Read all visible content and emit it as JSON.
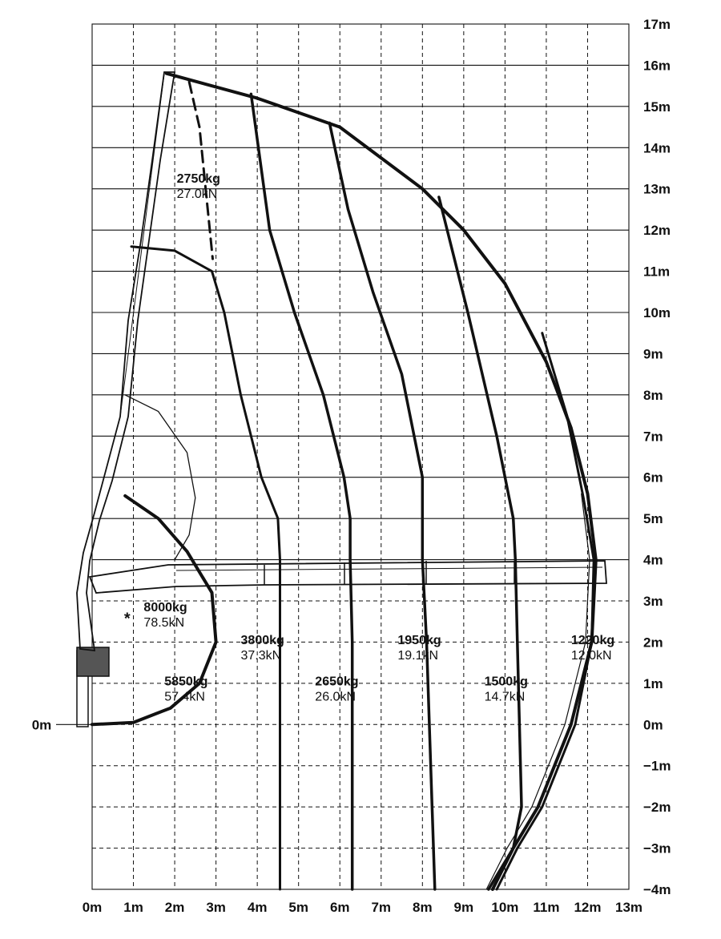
{
  "chart_data": {
    "type": "line",
    "title": "",
    "xlabel": "",
    "ylabel": "",
    "xlim": [
      0,
      13
    ],
    "ylim": [
      -4,
      17
    ],
    "x_ticks": [
      "0m",
      "1m",
      "2m",
      "3m",
      "4m",
      "5m",
      "6m",
      "7m",
      "8m",
      "9m",
      "10m",
      "11m",
      "12m",
      "13m"
    ],
    "y_ticks": [
      "17m",
      "16m",
      "15m",
      "14m",
      "13m",
      "12m",
      "11m",
      "10m",
      "9m",
      "8m",
      "7m",
      "6m",
      "5m",
      "4m",
      "3m",
      "2m",
      "1m",
      "0m",
      "−1m",
      "−2m",
      "−3m",
      "−4m"
    ],
    "left_label": "0m",
    "note_symbol": "*",
    "envelope": {
      "name": "",
      "points": [
        [
          1.8,
          15.8
        ],
        [
          4,
          15.2
        ],
        [
          6,
          14.5
        ],
        [
          8,
          13.0
        ],
        [
          9,
          12.0
        ],
        [
          10,
          10.7
        ],
        [
          11,
          8.8
        ],
        [
          11.6,
          7.2
        ],
        [
          12.0,
          5.6
        ],
        [
          12.2,
          4.0
        ],
        [
          12.1,
          2.0
        ],
        [
          11.6,
          0.0
        ],
        [
          10.8,
          -2.0
        ],
        [
          10.2,
          -3.0
        ],
        [
          9.7,
          -4.0
        ]
      ]
    },
    "load_lines": [
      {
        "load": "2750kg",
        "force": "27.0kN",
        "points": [
          [
            2.35,
            15.6
          ],
          [
            2.6,
            14.5
          ],
          [
            2.75,
            13.0
          ],
          [
            2.85,
            12.0
          ],
          [
            2.92,
            11.3
          ]
        ]
      },
      {
        "load": "8000kg",
        "force": "78.5kN",
        "points": [
          [
            0.95,
            11.6
          ],
          [
            2.0,
            11.5
          ],
          [
            2.9,
            11.0
          ],
          [
            3.2,
            10.0
          ],
          [
            3.6,
            8.0
          ],
          [
            4.1,
            6.0
          ],
          [
            4.5,
            5.0
          ],
          [
            4.55,
            4.0
          ],
          [
            4.55,
            2.0
          ],
          [
            4.55,
            -4.0
          ]
        ]
      },
      {
        "load": "3800kg",
        "force": "37.3kN",
        "points": [
          [
            3.85,
            15.3
          ],
          [
            4.3,
            12.0
          ],
          [
            4.9,
            10.0
          ],
          [
            5.6,
            8.0
          ],
          [
            6.1,
            6.0
          ],
          [
            6.25,
            5.0
          ],
          [
            6.25,
            4.0
          ],
          [
            6.3,
            2.0
          ],
          [
            6.3,
            -4.0
          ]
        ]
      },
      {
        "load": "2650kg",
        "force": "26.0kN",
        "points": [
          [
            5.75,
            14.6
          ],
          [
            6.2,
            12.5
          ],
          [
            6.8,
            10.5
          ],
          [
            7.5,
            8.5
          ],
          [
            8.0,
            6.0
          ],
          [
            8.0,
            4.0
          ],
          [
            8.1,
            2.0
          ],
          [
            8.3,
            -4.0
          ]
        ]
      },
      {
        "load": "1950kg",
        "force": "19.1kN",
        "points": [
          [
            8.4,
            12.8
          ],
          [
            9.1,
            10.0
          ],
          [
            9.8,
            7.0
          ],
          [
            10.2,
            5.0
          ],
          [
            10.25,
            4.0
          ],
          [
            10.3,
            2.0
          ],
          [
            10.4,
            -2.0
          ],
          [
            10.2,
            -3.0
          ],
          [
            9.6,
            -4.0
          ]
        ]
      },
      {
        "load": "1500kg",
        "force": "14.7kN",
        "points": [
          [
            10.9,
            9.5
          ],
          [
            11.5,
            7.5
          ],
          [
            11.9,
            5.5
          ],
          [
            12.15,
            4.0
          ],
          [
            12.1,
            2.0
          ],
          [
            11.7,
            0.0
          ],
          [
            10.9,
            -2.0
          ],
          [
            10.3,
            -3.0
          ],
          [
            9.8,
            -4.0
          ]
        ]
      },
      {
        "load": "1220kg",
        "force": "12.0kN",
        "points": [
          [
            0.8,
            5.55
          ],
          [
            1.6,
            5.0
          ],
          [
            2.3,
            4.2
          ],
          [
            2.9,
            3.2
          ],
          [
            3.0,
            2.0
          ],
          [
            2.6,
            1.0
          ],
          [
            1.9,
            0.4
          ],
          [
            1.0,
            0.05
          ],
          [
            0,
            0
          ]
        ]
      },
      {
        "load": "5850kg",
        "force": "57.4kN",
        "points": [
          [
            0.8,
            8.0
          ],
          [
            1.6,
            7.6
          ],
          [
            2.3,
            6.6
          ],
          [
            2.5,
            5.5
          ],
          [
            2.35,
            4.6
          ],
          [
            2.0,
            4.0
          ]
        ]
      }
    ]
  }
}
